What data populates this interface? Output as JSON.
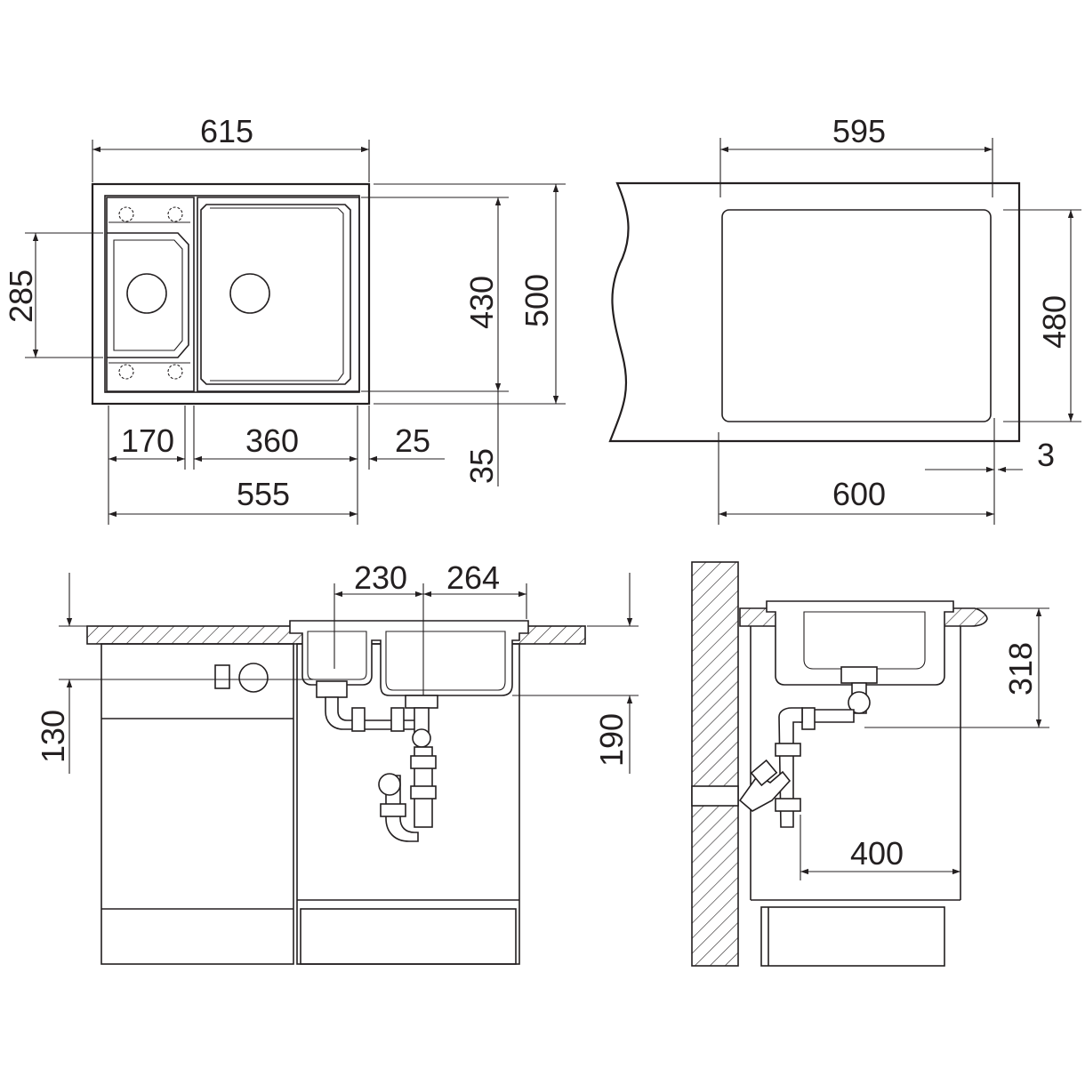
{
  "dimensions": {
    "top_left": {
      "overall_width": "615",
      "small_bowl_height": "285",
      "bowl_depth_length": "430",
      "overall_depth": "500",
      "small_bowl_width": "170",
      "large_bowl_width": "360",
      "rim_offset": "25",
      "back_offset": "35",
      "cutout_width": "555"
    },
    "top_right": {
      "cabinet_inner": "595",
      "cutout_depth": "480",
      "cabinet_width": "600",
      "gap": "3"
    },
    "bottom_left": {
      "small_bowl_offset": "230",
      "large_bowl_offset": "264",
      "small_bowl_depth": "130",
      "large_bowl_depth": "190"
    },
    "bottom_right": {
      "installed_depth": "318",
      "waste_distance": "400"
    }
  },
  "colors": {
    "line": "#231f20",
    "background": "#ffffff"
  }
}
